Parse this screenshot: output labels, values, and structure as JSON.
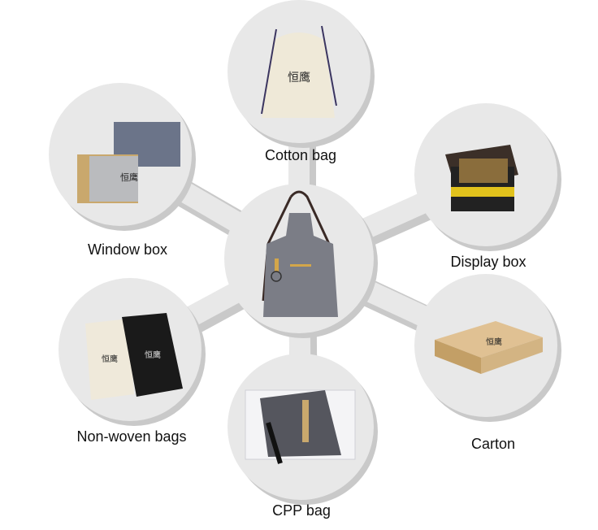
{
  "center": {
    "item": "apron",
    "icon": "apron-icon"
  },
  "items": [
    {
      "label": "Cotton bag",
      "icon": "cotton-bag-icon"
    },
    {
      "label": "Window box",
      "icon": "window-box-icon"
    },
    {
      "label": "Display box",
      "icon": "display-box-icon"
    },
    {
      "label": "Carton",
      "icon": "carton-icon"
    },
    {
      "label": "Non-woven bags",
      "icon": "non-woven-bag-icon"
    },
    {
      "label": "CPP bag",
      "icon": "cpp-bag-icon"
    }
  ],
  "logo_text": "恒鹰",
  "colors": {
    "circle": "#e8e8e8",
    "shadow": "#c9c9c9",
    "apron": "#7b7d86",
    "strap": "#3a2a26",
    "kraft": "#d3b483"
  }
}
